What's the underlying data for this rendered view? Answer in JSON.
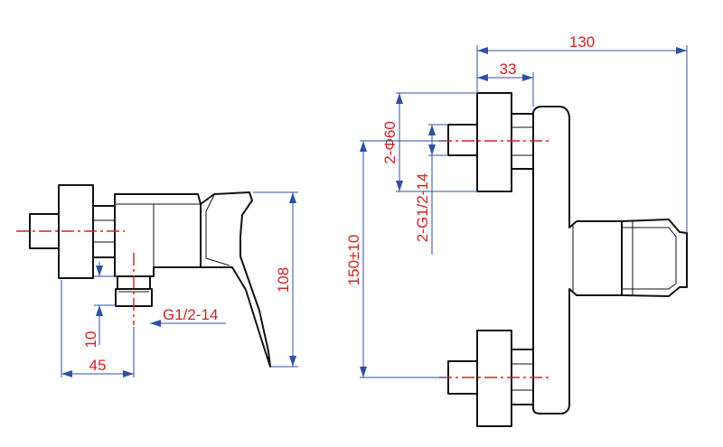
{
  "colors": {
    "outline": "#111111",
    "dimension": "#2f4fa8",
    "annotation": "#d42020",
    "background": "#ffffff"
  },
  "side_view": {
    "dims": {
      "height": "108",
      "offset": "45",
      "thread_len": "10",
      "thread": "G1/2-14"
    }
  },
  "front_view": {
    "dims": {
      "width": "130",
      "flange": "33",
      "diameter": "2-Φ60",
      "thread": "2-G1/2-14",
      "spacing": "150±10"
    }
  }
}
